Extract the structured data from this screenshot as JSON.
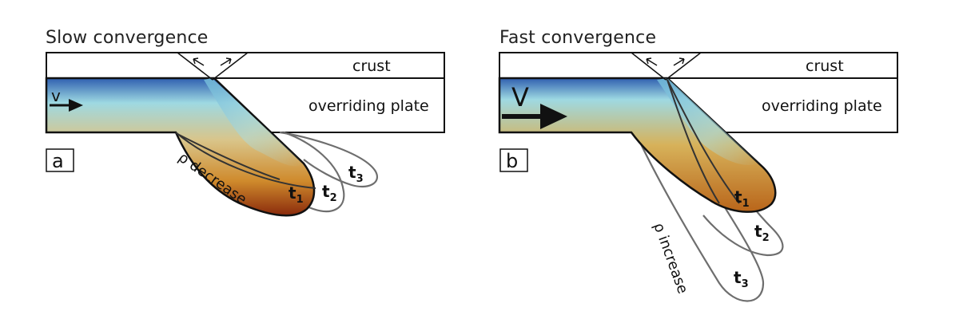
{
  "panels": [
    {
      "id": "a",
      "title": "Slow convergence",
      "panel_label": "a",
      "velocity_label": "v",
      "crust_label": "crust",
      "overriding_label": "overriding plate",
      "density_label": "ρ decrease",
      "time_labels": [
        {
          "base": "t",
          "sub": "1"
        },
        {
          "base": "t",
          "sub": "2"
        },
        {
          "base": "t",
          "sub": "3"
        }
      ]
    },
    {
      "id": "b",
      "title": "Fast convergence",
      "panel_label": "b",
      "velocity_label": "V",
      "crust_label": "crust",
      "overriding_label": "overriding plate",
      "density_label": "ρ increase",
      "time_labels": [
        {
          "base": "t",
          "sub": "1"
        },
        {
          "base": "t",
          "sub": "2"
        },
        {
          "base": "t",
          "sub": "3"
        }
      ]
    }
  ],
  "colors": {
    "slab_top": "#2f5fb0",
    "slab_mid": "#9ed9e2",
    "slab_low": "#d7b25a",
    "slab_base": "#c8741a",
    "slab_hot": "#8a2a0c",
    "outline": "#111111",
    "ghost_outline": "#6e6e6e"
  }
}
